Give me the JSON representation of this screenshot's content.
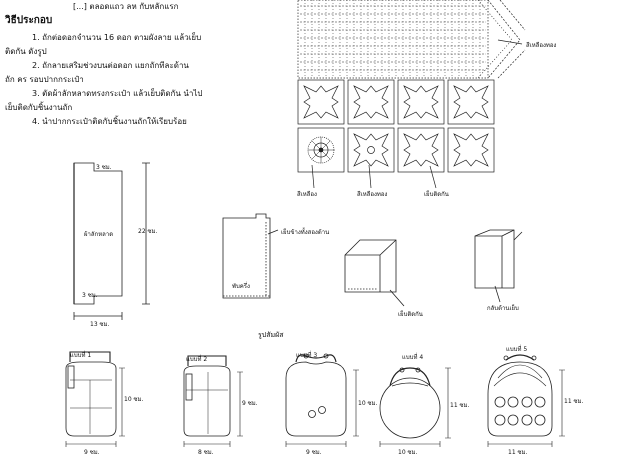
{
  "header": {
    "cut_line": "[...] ตลอดแถว ลห กับหลักแรก",
    "heading": "วิธีประกอบ"
  },
  "steps": [
    {
      "line1": "1. ถักต่อดอกจำนวน 16 ดอก ตามผังลาย แล้วเย็บ",
      "line2": "ติดกัน ดังรูป"
    },
    {
      "line1": "2. ถักลายเสริมช่วงบนต่อดอก แยกถักทีละด้าน",
      "line2": "ถัก คร รอบปากกระเป๋า"
    },
    {
      "line1": "3. ตัดผ้าลักหลาดทรงกระเป๋า แล้วเย็บติดกัน นำไป",
      "line2": "เย็บติดกับชิ้นงานถัก"
    },
    {
      "line1": "4. นำปากกระเป๋าติดกับชิ้นงานถักให้เรียบร้อย",
      "line2": ""
    }
  ],
  "chart_labels": {
    "color_right": "สีเหลืองทอง",
    "color_green": "สีเหลือง",
    "color_gold": "สีเหลืองทอง",
    "sew": "เย็บติดกัน"
  },
  "pattern": {
    "fabric_label": "ผ้าลักหลาด",
    "top_dim": "3 ซม.",
    "bottom_dim": "3 ซม.",
    "height_dim": "22 ซม.",
    "width_dim": "13 ซม."
  },
  "steps_diagram": {
    "sew_sides": "เย็บข้างทั้งสองด้าน",
    "fold_label": "พับครึ่ง",
    "sew_together": "เย็บติดกัน",
    "turn_label": "กลับด้านเย็บ"
  },
  "shapes": {
    "title": "รูปสัมผัส",
    "items": [
      {
        "name": "แบบที่ 1",
        "height": "10 ซม.",
        "width": "9 ซม."
      },
      {
        "name": "แบบที่ 2",
        "height": "9 ซม.",
        "width": "8 ซม."
      },
      {
        "name": "แบบที่ 3",
        "height": "10 ซม.",
        "width": "9 ซม."
      },
      {
        "name": "แบบที่ 4",
        "height": "11 ซม.",
        "width": "10 ซม."
      },
      {
        "name": "แบบที่ 5",
        "height": "11 ซม.",
        "width": "11 ซม."
      }
    ]
  }
}
